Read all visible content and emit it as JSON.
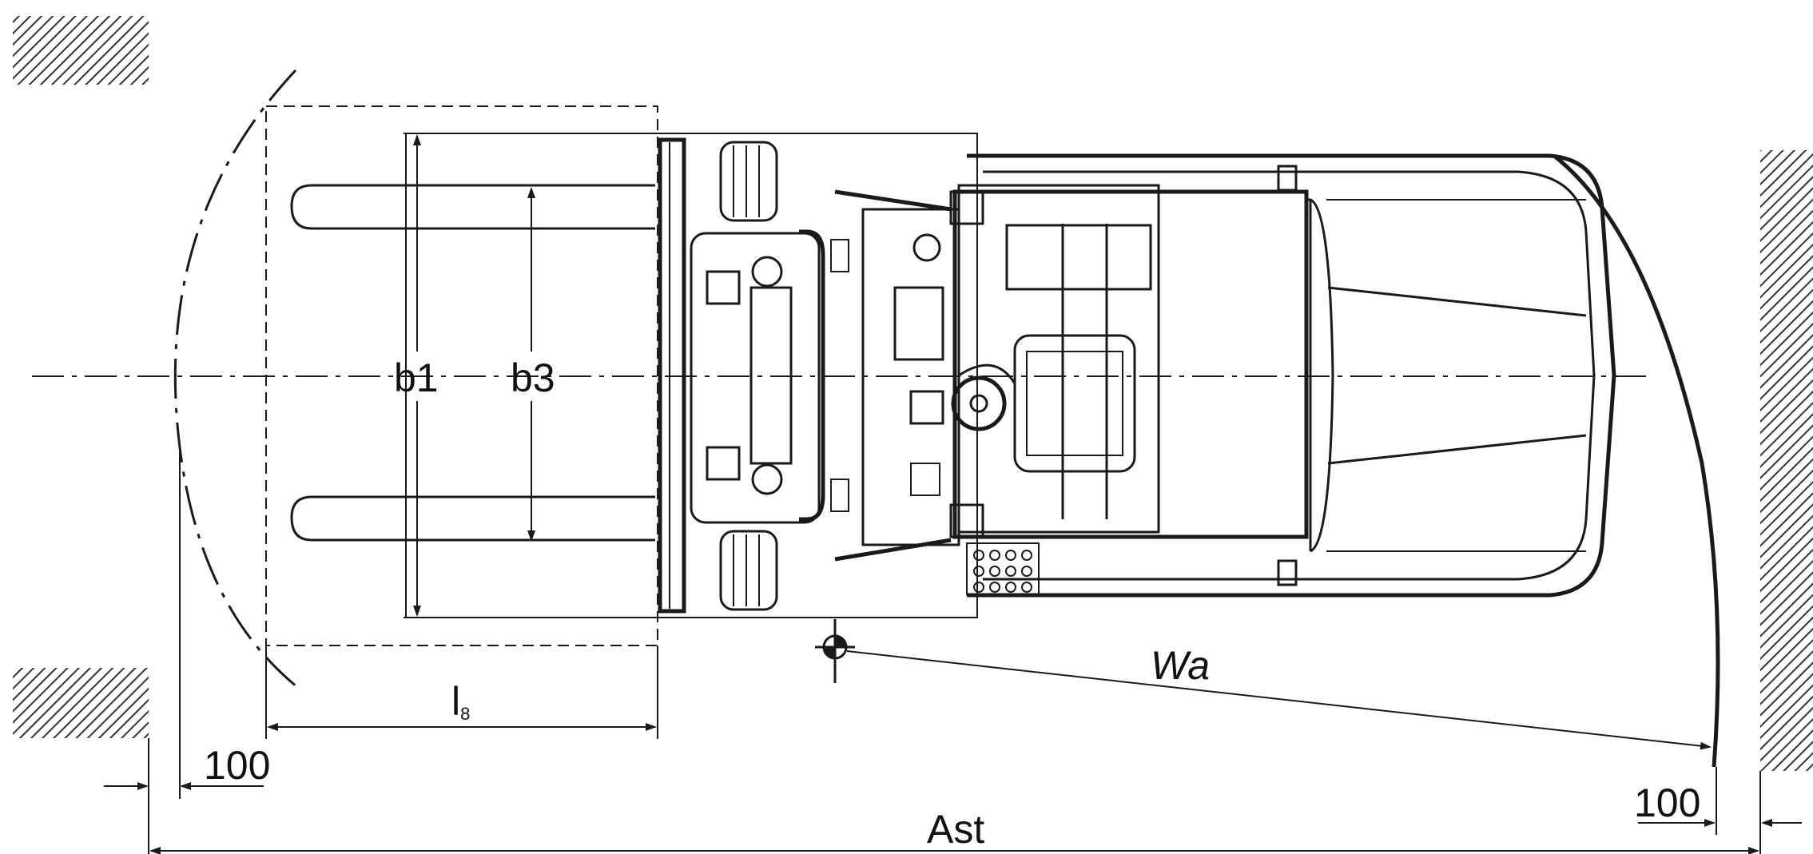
{
  "diagram": {
    "labels": {
      "b1": "b1",
      "b3": "b3",
      "l_main": "l",
      "l_sub": "8",
      "wa": "Wa",
      "ast": "Ast",
      "clearance_left": "100",
      "clearance_right": "100"
    },
    "colors": {
      "line": "#1a1a1a",
      "hatch": "#333333",
      "background": "#ffffff"
    }
  }
}
